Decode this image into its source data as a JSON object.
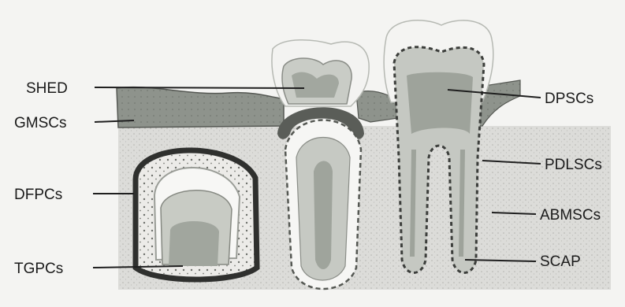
{
  "labels": {
    "shed": "SHED",
    "gmscs": "GMSCs",
    "dfpcs": "DFPCs",
    "tgpcs": "TGPCs",
    "dpscs": "DPSCs",
    "pdlscs": "PDLSCs",
    "abmscs": "ABMSCs",
    "scap": "SCAP"
  },
  "colors": {
    "background": "#f4f4f2",
    "bone": "#d9d9d6",
    "gingiva": "#8f948d",
    "enamel_outline": "#b9bcb6",
    "dentin": "#c4c7c1",
    "pulp": "#9ea39b",
    "ligament": "#3c3e3b",
    "label_text": "#1a1a1a"
  }
}
